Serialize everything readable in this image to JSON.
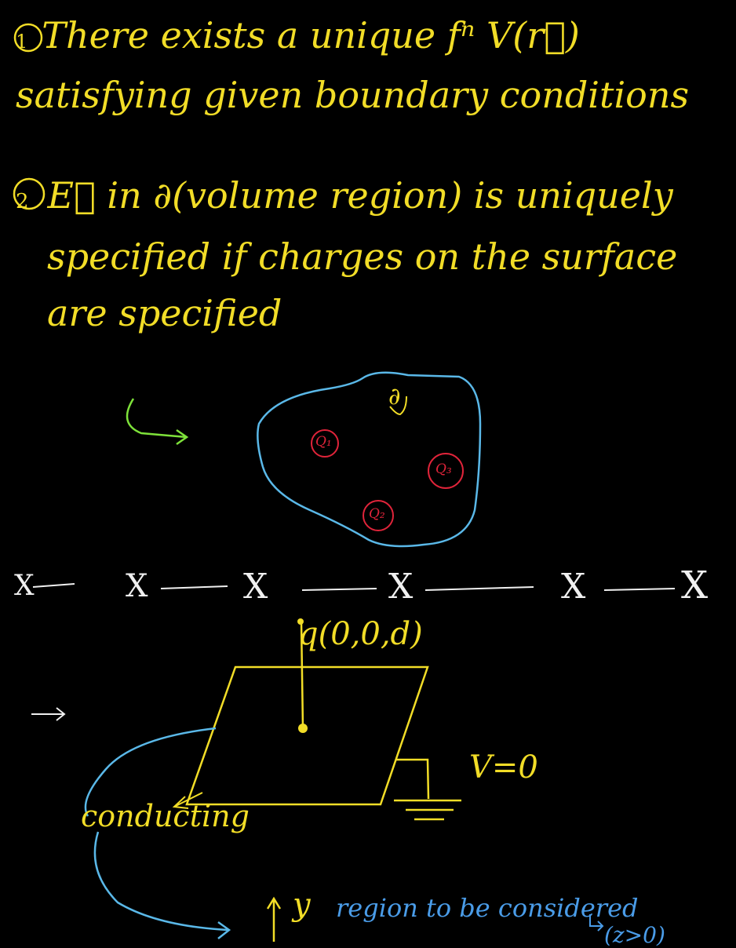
{
  "notes": {
    "point1": {
      "number": "1",
      "line1": "There exists a unique fⁿ V(r⃗)",
      "line2": "satisfying given boundary conditions"
    },
    "point2": {
      "number": "2",
      "line1": "E⃗ in  ∂(volume region) is uniquely",
      "line2": "specified if charges on the surface",
      "line3": "are specified"
    }
  },
  "volume_diagram": {
    "volume_symbol": "∂",
    "charges": [
      "Q₁",
      "Q₂",
      "Q₃"
    ]
  },
  "separator": {
    "marks": [
      "X",
      "X",
      "X",
      "X",
      "X",
      "X"
    ]
  },
  "plane_diagram": {
    "charge_label": "q(0,0,d)",
    "potential_label": "V=0",
    "conducting_label": "conducting",
    "y_axis_label": "y",
    "region_label": "region to be considered",
    "region_condition": "(z>0)"
  },
  "colors": {
    "background": "#000000",
    "yellow_ink": "#f2dd27",
    "white_ink": "#f0f0f0",
    "cyan_ink": "#5ab8e8",
    "red_ink": "#e0243a",
    "green_ink": "#7ee23a",
    "blue_ink": "#4a9ce8"
  }
}
